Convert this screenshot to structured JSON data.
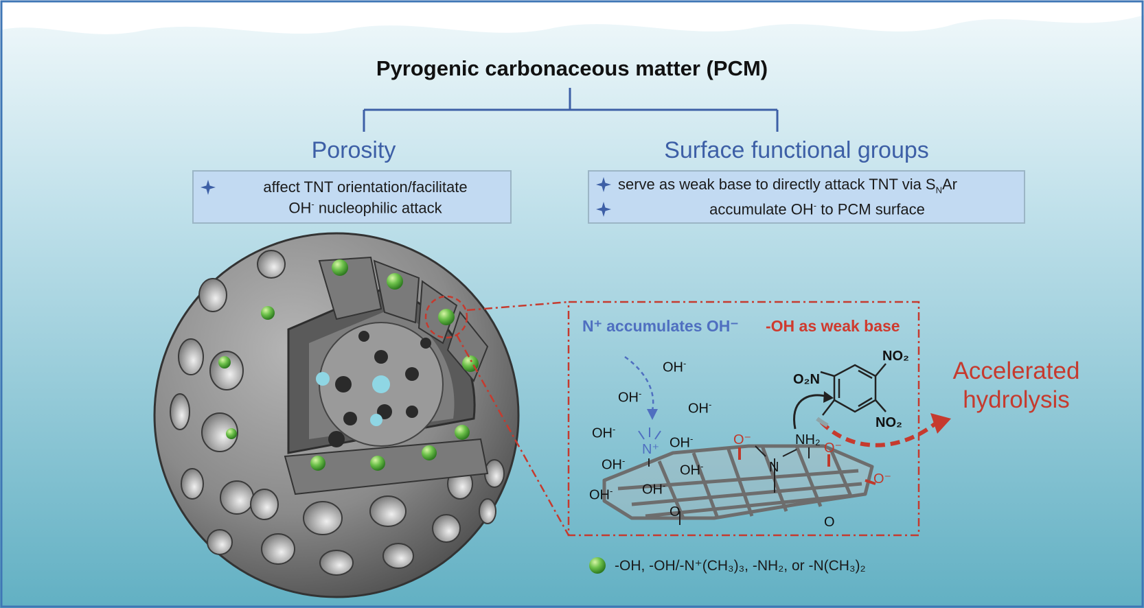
{
  "title": "Pyrogenic carbonaceous matter (PCM)",
  "porosity": {
    "heading": "Porosity",
    "line1": "affect TNT orientation/facilitate",
    "line2_prefix": "OH",
    "line2_sup": "-",
    "line2_suffix": " nucleophilic attack"
  },
  "surface_groups": {
    "heading": "Surface functional groups",
    "item1_prefix": "serve as weak base to directly attack TNT via S",
    "item1_sub": "N",
    "item1_suffix": "Ar",
    "item2_prefix": "accumulate OH",
    "item2_sup": "-",
    "item2_suffix": " to PCM surface"
  },
  "panel": {
    "left_label": "N⁺ accumulates OH⁻",
    "right_label": "-OH as weak base",
    "hydroxide": "OH",
    "hydroxide_charge": "-",
    "n_plus": "N⁺",
    "o_minus": "O⁻",
    "nh2": "NH₂",
    "n_center": "N",
    "o_double": "O",
    "no2_1": "NO₂",
    "no2_2": "O₂N",
    "no2_3": "NO₂"
  },
  "result": "Accelerated hydrolysis",
  "legend": "-OH, -OH/-N⁺(CH₃)₃, -NH₂, or -N(CH₃)₂",
  "colors": {
    "heading_blue": "#3d5fa6",
    "accent_red": "#c63a2e",
    "box_fill": "#c2daf2",
    "water_top": "#f0f8fb",
    "water_bottom": "#68b4c6",
    "sphere_gray": "#8a8a8a",
    "green_group": "#6cc04a"
  },
  "icons": [
    "star-bullet-icon",
    "green-sphere-icon",
    "curved-arrow-icon",
    "dashed-arrow-icon"
  ]
}
